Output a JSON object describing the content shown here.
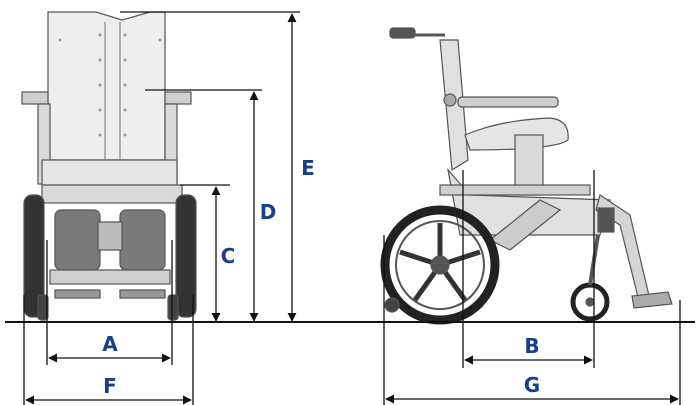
{
  "colors": {
    "label": "#173f8a",
    "line": "#111111",
    "frame_fill": "#d9d9d9",
    "frame_stroke": "#555555",
    "back_fill": "#eeeeee",
    "tire": "#222222"
  },
  "dimensions": [
    {
      "id": "A",
      "label": "A"
    },
    {
      "id": "B",
      "label": "B"
    },
    {
      "id": "C",
      "label": "C"
    },
    {
      "id": "D",
      "label": "D"
    },
    {
      "id": "E",
      "label": "E"
    },
    {
      "id": "F",
      "label": "F"
    },
    {
      "id": "G",
      "label": "G"
    }
  ]
}
